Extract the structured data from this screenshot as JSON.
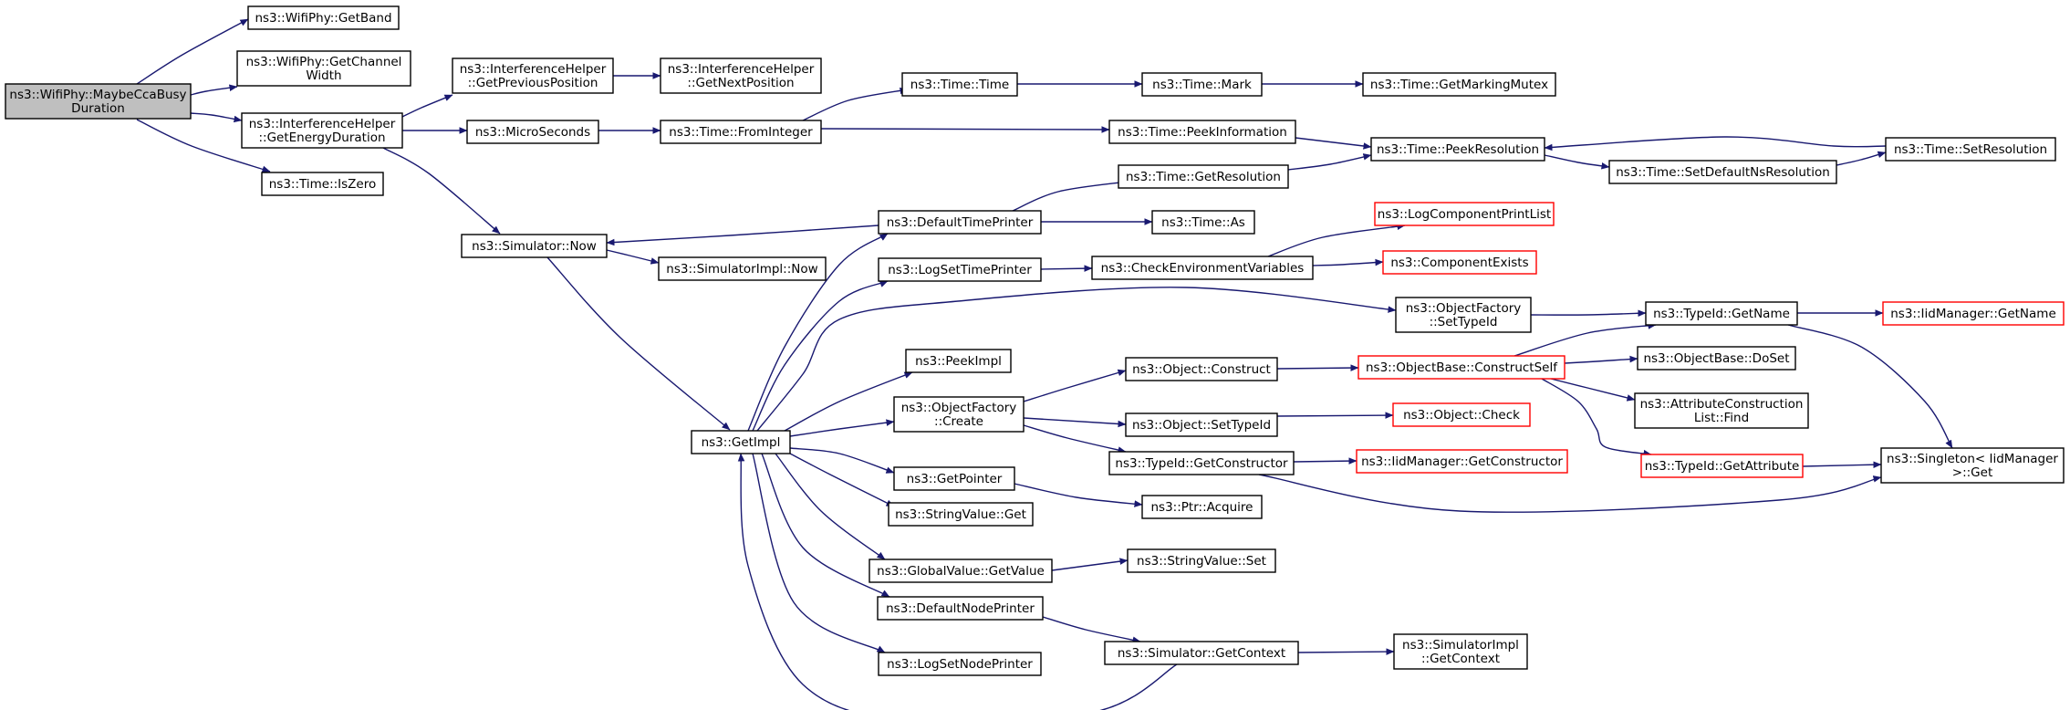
{
  "colors": {
    "edge": "#191970",
    "node_border": "#000000",
    "node_fill": "#ffffff",
    "focus_fill": "#bfbfbf",
    "truncated_border": "#ff0000"
  },
  "nodes": [
    {
      "id": "maybe",
      "lines": [
        "ns3::WifiPhy::MaybeCcaBusy",
        "Duration"
      ],
      "style": "focus"
    },
    {
      "id": "getband",
      "lines": [
        "ns3::WifiPhy::GetBand"
      ],
      "style": "normal"
    },
    {
      "id": "getchw",
      "lines": [
        "ns3::WifiPhy::GetChannel",
        "Width"
      ],
      "style": "normal"
    },
    {
      "id": "ihenergy",
      "lines": [
        "ns3::InterferenceHelper",
        "::GetEnergyDuration"
      ],
      "style": "normal"
    },
    {
      "id": "iszero",
      "lines": [
        "ns3::Time::IsZero"
      ],
      "style": "normal"
    },
    {
      "id": "ihprev",
      "lines": [
        "ns3::InterferenceHelper",
        "::GetPreviousPosition"
      ],
      "style": "normal"
    },
    {
      "id": "ihnext",
      "lines": [
        "ns3::InterferenceHelper",
        "::GetNextPosition"
      ],
      "style": "normal"
    },
    {
      "id": "micro",
      "lines": [
        "ns3::MicroSeconds"
      ],
      "style": "normal"
    },
    {
      "id": "simnow",
      "lines": [
        "ns3::Simulator::Now"
      ],
      "style": "normal"
    },
    {
      "id": "simimplnow",
      "lines": [
        "ns3::SimulatorImpl::Now"
      ],
      "style": "normal"
    },
    {
      "id": "timetime",
      "lines": [
        "ns3::Time::Time"
      ],
      "style": "normal"
    },
    {
      "id": "fromint",
      "lines": [
        "ns3::Time::FromInteger"
      ],
      "style": "normal"
    },
    {
      "id": "timemark",
      "lines": [
        "ns3::Time::Mark"
      ],
      "style": "normal"
    },
    {
      "id": "markmutex",
      "lines": [
        "ns3::Time::GetMarkingMutex"
      ],
      "style": "normal"
    },
    {
      "id": "peekinfo",
      "lines": [
        "ns3::Time::PeekInformation"
      ],
      "style": "normal"
    },
    {
      "id": "getres",
      "lines": [
        "ns3::Time::GetResolution"
      ],
      "style": "normal"
    },
    {
      "id": "peekres",
      "lines": [
        "ns3::Time::PeekResolution"
      ],
      "style": "normal"
    },
    {
      "id": "setdefns",
      "lines": [
        "ns3::Time::SetDefaultNsResolution"
      ],
      "style": "normal"
    },
    {
      "id": "setres",
      "lines": [
        "ns3::Time::SetResolution"
      ],
      "style": "normal"
    },
    {
      "id": "deftp",
      "lines": [
        "ns3::DefaultTimePrinter"
      ],
      "style": "normal"
    },
    {
      "id": "timeas",
      "lines": [
        "ns3::Time::As"
      ],
      "style": "normal"
    },
    {
      "id": "logctp",
      "lines": [
        "ns3::LogComponentPrintList"
      ],
      "style": "truncated"
    },
    {
      "id": "logstp",
      "lines": [
        "ns3::LogSetTimePrinter"
      ],
      "style": "normal"
    },
    {
      "id": "checkenv",
      "lines": [
        "ns3::CheckEnvironmentVariables"
      ],
      "style": "normal"
    },
    {
      "id": "compexists",
      "lines": [
        "ns3::ComponentExists"
      ],
      "style": "truncated"
    },
    {
      "id": "ofsettid",
      "lines": [
        "ns3::ObjectFactory",
        "::SetTypeId"
      ],
      "style": "normal"
    },
    {
      "id": "tidname",
      "lines": [
        "ns3::TypeId::GetName"
      ],
      "style": "normal"
    },
    {
      "id": "iidname",
      "lines": [
        "ns3::IidManager::GetName"
      ],
      "style": "truncated"
    },
    {
      "id": "peekimpl",
      "lines": [
        "ns3::PeekImpl"
      ],
      "style": "normal"
    },
    {
      "id": "objconstruct",
      "lines": [
        "ns3::Object::Construct"
      ],
      "style": "normal"
    },
    {
      "id": "obconstructself",
      "lines": [
        "ns3::ObjectBase::ConstructSelf"
      ],
      "style": "truncated"
    },
    {
      "id": "obdoset",
      "lines": [
        "ns3::ObjectBase::DoSet"
      ],
      "style": "normal"
    },
    {
      "id": "getimpl",
      "lines": [
        "ns3::GetImpl"
      ],
      "style": "normal"
    },
    {
      "id": "ofcreate",
      "lines": [
        "ns3::ObjectFactory",
        "::Create"
      ],
      "style": "normal"
    },
    {
      "id": "objsettid",
      "lines": [
        "ns3::Object::SetTypeId"
      ],
      "style": "normal"
    },
    {
      "id": "objcheck",
      "lines": [
        "ns3::Object::Check"
      ],
      "style": "truncated"
    },
    {
      "id": "attrfind",
      "lines": [
        "ns3::AttributeConstruction",
        "List::Find"
      ],
      "style": "normal"
    },
    {
      "id": "tidgetctor",
      "lines": [
        "ns3::TypeId::GetConstructor"
      ],
      "style": "normal"
    },
    {
      "id": "iidgetctor",
      "lines": [
        "ns3::IidManager::GetConstructor"
      ],
      "style": "truncated"
    },
    {
      "id": "tidgetattr",
      "lines": [
        "ns3::TypeId::GetAttribute"
      ],
      "style": "truncated"
    },
    {
      "id": "singleton",
      "lines": [
        "ns3::Singleton< IidManager",
        ">::Get"
      ],
      "style": "normal"
    },
    {
      "id": "getpointer",
      "lines": [
        "ns3::GetPointer"
      ],
      "style": "normal"
    },
    {
      "id": "ptracquire",
      "lines": [
        "ns3::Ptr::Acquire"
      ],
      "style": "normal"
    },
    {
      "id": "svget",
      "lines": [
        "ns3::StringValue::Get"
      ],
      "style": "normal"
    },
    {
      "id": "gvgetvalue",
      "lines": [
        "ns3::GlobalValue::GetValue"
      ],
      "style": "normal"
    },
    {
      "id": "svset",
      "lines": [
        "ns3::StringValue::Set"
      ],
      "style": "normal"
    },
    {
      "id": "defnp",
      "lines": [
        "ns3::DefaultNodePrinter"
      ],
      "style": "normal"
    },
    {
      "id": "logsnp",
      "lines": [
        "ns3::LogSetNodePrinter"
      ],
      "style": "normal"
    },
    {
      "id": "simgetctx",
      "lines": [
        "ns3::Simulator::GetContext"
      ],
      "style": "normal"
    },
    {
      "id": "simimplctx",
      "lines": [
        "ns3::SimulatorImpl",
        "::GetContext"
      ],
      "style": "normal"
    }
  ],
  "edges": [
    {
      "from": "maybe",
      "to": "getband"
    },
    {
      "from": "maybe",
      "to": "getchw"
    },
    {
      "from": "maybe",
      "to": "ihenergy"
    },
    {
      "from": "maybe",
      "to": "iszero"
    },
    {
      "from": "ihenergy",
      "to": "ihprev"
    },
    {
      "from": "ihenergy",
      "to": "micro"
    },
    {
      "from": "ihenergy",
      "to": "simnow"
    },
    {
      "from": "ihprev",
      "to": "ihnext"
    },
    {
      "from": "micro",
      "to": "fromint"
    },
    {
      "from": "fromint",
      "to": "timetime"
    },
    {
      "from": "fromint",
      "to": "peekinfo"
    },
    {
      "from": "timetime",
      "to": "timemark"
    },
    {
      "from": "timemark",
      "to": "markmutex"
    },
    {
      "from": "peekinfo",
      "to": "peekres"
    },
    {
      "from": "getres",
      "to": "peekres"
    },
    {
      "from": "peekres",
      "to": "setdefns"
    },
    {
      "from": "setdefns",
      "to": "setres"
    },
    {
      "from": "setres",
      "to": "peekres"
    },
    {
      "from": "deftp",
      "to": "getres"
    },
    {
      "from": "deftp",
      "to": "timeas"
    },
    {
      "from": "deftp",
      "to": "simnow"
    },
    {
      "from": "simnow",
      "to": "simimplnow"
    },
    {
      "from": "simnow",
      "to": "getimpl"
    },
    {
      "from": "logstp",
      "to": "checkenv"
    },
    {
      "from": "checkenv",
      "to": "logctp"
    },
    {
      "from": "checkenv",
      "to": "compexists"
    },
    {
      "from": "ofsettid",
      "to": "tidname"
    },
    {
      "from": "tidname",
      "to": "iidname"
    },
    {
      "from": "tidname",
      "to": "singleton"
    },
    {
      "from": "getimpl",
      "to": "deftp"
    },
    {
      "from": "getimpl",
      "to": "logstp"
    },
    {
      "from": "getimpl",
      "to": "ofsettid"
    },
    {
      "from": "getimpl",
      "to": "peekimpl"
    },
    {
      "from": "getimpl",
      "to": "ofcreate"
    },
    {
      "from": "getimpl",
      "to": "getpointer"
    },
    {
      "from": "getimpl",
      "to": "svget"
    },
    {
      "from": "getimpl",
      "to": "gvgetvalue"
    },
    {
      "from": "getimpl",
      "to": "defnp"
    },
    {
      "from": "getimpl",
      "to": "logsnp"
    },
    {
      "from": "ofcreate",
      "to": "objconstruct"
    },
    {
      "from": "ofcreate",
      "to": "objsettid"
    },
    {
      "from": "ofcreate",
      "to": "tidgetctor"
    },
    {
      "from": "objconstruct",
      "to": "obconstructself"
    },
    {
      "from": "obconstructself",
      "to": "tidname"
    },
    {
      "from": "obconstructself",
      "to": "obdoset"
    },
    {
      "from": "obconstructself",
      "to": "attrfind"
    },
    {
      "from": "obconstructself",
      "to": "tidgetattr"
    },
    {
      "from": "objsettid",
      "to": "objcheck"
    },
    {
      "from": "tidgetctor",
      "to": "iidgetctor"
    },
    {
      "from": "tidgetctor",
      "to": "singleton"
    },
    {
      "from": "tidgetattr",
      "to": "singleton"
    },
    {
      "from": "getpointer",
      "to": "ptracquire"
    },
    {
      "from": "gvgetvalue",
      "to": "svset"
    },
    {
      "from": "defnp",
      "to": "simgetctx"
    },
    {
      "from": "simgetctx",
      "to": "simimplctx"
    },
    {
      "from": "simgetctx",
      "to": "getimpl"
    }
  ]
}
